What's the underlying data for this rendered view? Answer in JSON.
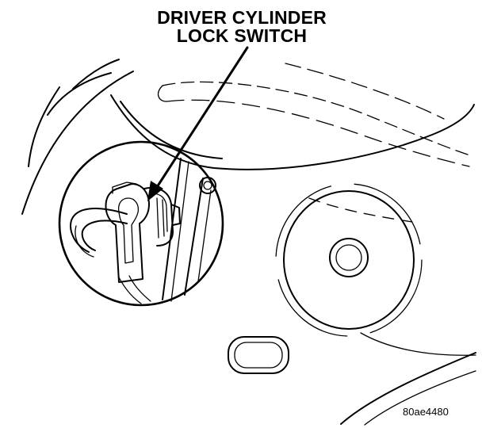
{
  "callout": {
    "line1": "DRIVER CYLINDER",
    "line2": "LOCK SWITCH"
  },
  "figure_id": "80ae4480",
  "line_color": "#000000",
  "background_color": "#ffffff"
}
